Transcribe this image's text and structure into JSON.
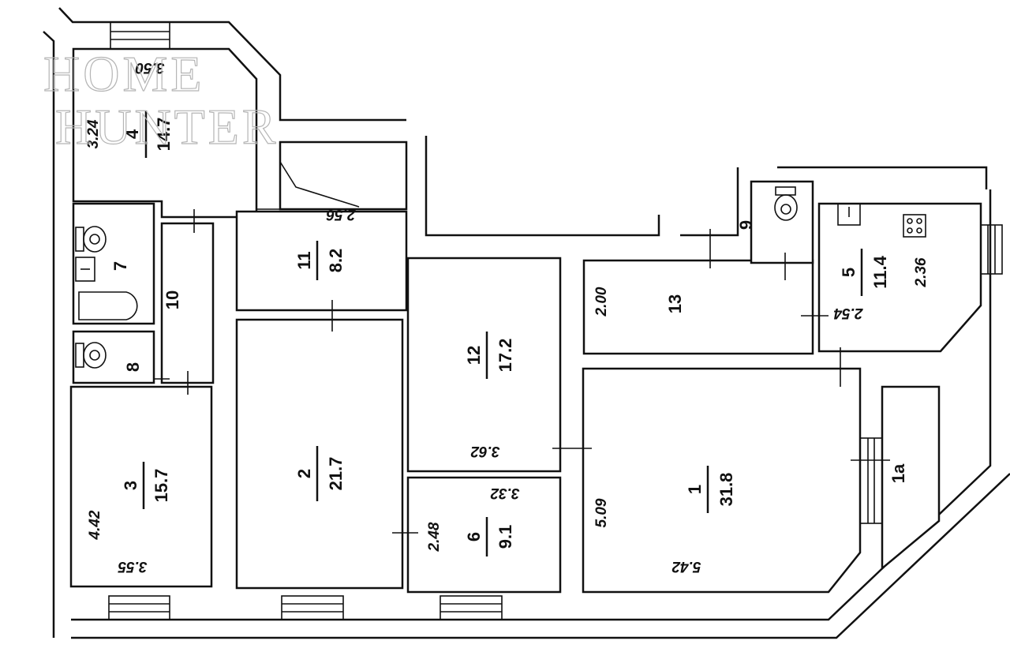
{
  "watermark": {
    "line1": "HOME",
    "line2": "HUNTER"
  },
  "rooms": [
    {
      "id": "4",
      "number": "4",
      "area": "14.7",
      "dims": [
        "3.50",
        "3.24"
      ]
    },
    {
      "id": "7",
      "number": "7"
    },
    {
      "id": "10",
      "number": "10"
    },
    {
      "id": "8",
      "number": "8"
    },
    {
      "id": "3",
      "number": "3",
      "area": "15.7",
      "dims": [
        "4.42",
        "3.55"
      ]
    },
    {
      "id": "11",
      "number": "11",
      "area": "8.2",
      "dims": [
        "2.56"
      ]
    },
    {
      "id": "2",
      "number": "2",
      "area": "21.7"
    },
    {
      "id": "12",
      "number": "12",
      "area": "17.2",
      "dims": [
        "3.62"
      ]
    },
    {
      "id": "6",
      "number": "6",
      "area": "9.1",
      "dims": [
        "3.32",
        "2.48"
      ]
    },
    {
      "id": "13",
      "number": "13",
      "dims": [
        "2.00"
      ]
    },
    {
      "id": "9",
      "number": "9"
    },
    {
      "id": "5",
      "number": "5",
      "area": "11.4",
      "dims": [
        "2.36",
        "2.54"
      ]
    },
    {
      "id": "1",
      "number": "1",
      "area": "31.8",
      "dims": [
        "5.09",
        "5.42"
      ]
    },
    {
      "id": "1a",
      "number": "1a"
    }
  ]
}
